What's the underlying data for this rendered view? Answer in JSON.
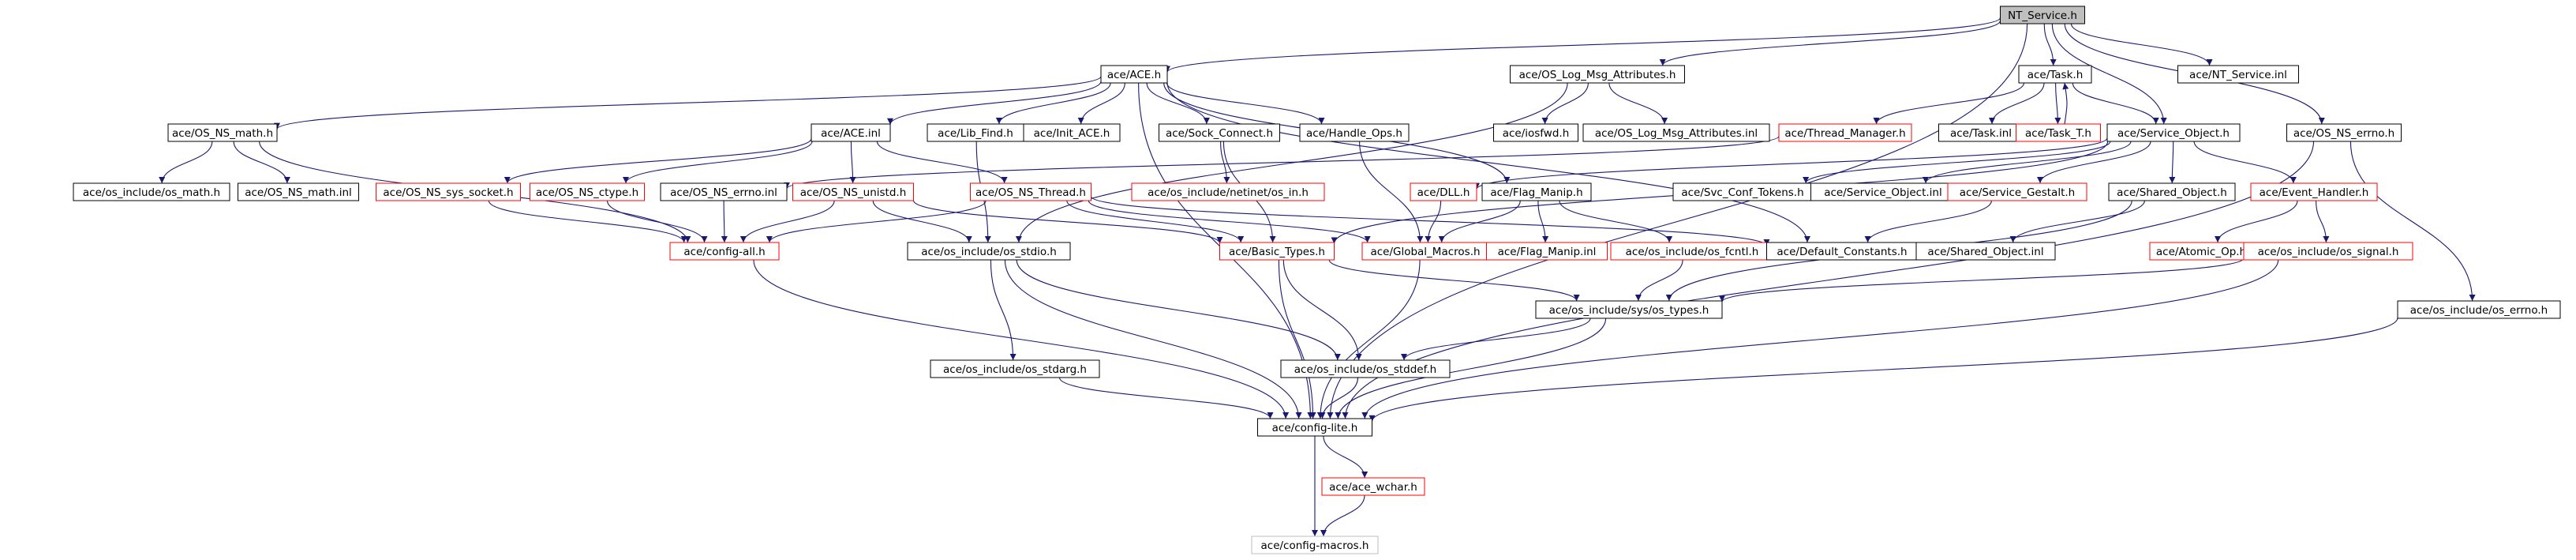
{
  "colors": {
    "edge": "#191970",
    "border_default": "#000000",
    "border_undocumented": "#ff0000",
    "border_external": "#bfbfbf",
    "root_fill": "#bfbfbf",
    "node_fill": "#ffffff"
  },
  "nodes": [
    {
      "id": "nt_service_h",
      "label": "NT_Service.h",
      "kind": "root"
    },
    {
      "id": "ace_ace_h",
      "label": "ace/ACE.h",
      "kind": "doc"
    },
    {
      "id": "ace_os_log_msg_attributes_h",
      "label": "ace/OS_Log_Msg_Attributes.h",
      "kind": "doc"
    },
    {
      "id": "ace_task_h",
      "label": "ace/Task.h",
      "kind": "doc"
    },
    {
      "id": "ace_nt_service_inl",
      "label": "ace/NT_Service.inl",
      "kind": "doc"
    },
    {
      "id": "ace_os_ns_math_h",
      "label": "ace/OS_NS_math.h",
      "kind": "doc"
    },
    {
      "id": "ace_ace_inl",
      "label": "ace/ACE.inl",
      "kind": "doc"
    },
    {
      "id": "ace_lib_find_h",
      "label": "ace/Lib_Find.h",
      "kind": "doc"
    },
    {
      "id": "ace_init_ace_h",
      "label": "ace/Init_ACE.h",
      "kind": "doc"
    },
    {
      "id": "ace_sock_connect_h",
      "label": "ace/Sock_Connect.h",
      "kind": "doc"
    },
    {
      "id": "ace_handle_ops_h",
      "label": "ace/Handle_Ops.h",
      "kind": "doc"
    },
    {
      "id": "ace_iosfwd_h",
      "label": "ace/iosfwd.h",
      "kind": "doc"
    },
    {
      "id": "ace_os_log_msg_attributes_inl",
      "label": "ace/OS_Log_Msg_Attributes.inl",
      "kind": "doc"
    },
    {
      "id": "ace_thread_manager_h",
      "label": "ace/Thread_Manager.h",
      "kind": "undoc"
    },
    {
      "id": "ace_task_inl",
      "label": "ace/Task.inl",
      "kind": "doc"
    },
    {
      "id": "ace_task_t_h",
      "label": "ace/Task_T.h",
      "kind": "undoc"
    },
    {
      "id": "ace_service_object_h",
      "label": "ace/Service_Object.h",
      "kind": "doc"
    },
    {
      "id": "ace_os_ns_errno_h",
      "label": "ace/OS_NS_errno.h",
      "kind": "doc"
    },
    {
      "id": "ace_os_include_os_math_h",
      "label": "ace/os_include/os_math.h",
      "kind": "doc"
    },
    {
      "id": "ace_os_ns_math_inl",
      "label": "ace/OS_NS_math.inl",
      "kind": "doc"
    },
    {
      "id": "ace_os_ns_sys_socket_h",
      "label": "ace/OS_NS_sys_socket.h",
      "kind": "undoc"
    },
    {
      "id": "ace_os_ns_ctype_h",
      "label": "ace/OS_NS_ctype.h",
      "kind": "undoc"
    },
    {
      "id": "ace_os_ns_errno_inl",
      "label": "ace/OS_NS_errno.inl",
      "kind": "doc"
    },
    {
      "id": "ace_os_ns_unistd_h",
      "label": "ace/OS_NS_unistd.h",
      "kind": "undoc"
    },
    {
      "id": "ace_os_ns_thread_h",
      "label": "ace/OS_NS_Thread.h",
      "kind": "undoc"
    },
    {
      "id": "ace_os_include_netinet_os_in_h",
      "label": "ace/os_include/netinet/os_in.h",
      "kind": "undoc"
    },
    {
      "id": "ace_dll_h",
      "label": "ace/DLL.h",
      "kind": "undoc"
    },
    {
      "id": "ace_flag_manip_h",
      "label": "ace/Flag_Manip.h",
      "kind": "doc"
    },
    {
      "id": "ace_svc_conf_tokens_h",
      "label": "ace/Svc_Conf_Tokens.h",
      "kind": "doc"
    },
    {
      "id": "ace_service_object_inl",
      "label": "ace/Service_Object.inl",
      "kind": "doc"
    },
    {
      "id": "ace_service_gestalt_h",
      "label": "ace/Service_Gestalt.h",
      "kind": "undoc"
    },
    {
      "id": "ace_shared_object_h",
      "label": "ace/Shared_Object.h",
      "kind": "doc"
    },
    {
      "id": "ace_event_handler_h",
      "label": "ace/Event_Handler.h",
      "kind": "undoc"
    },
    {
      "id": "ace_config_all_h",
      "label": "ace/config-all.h",
      "kind": "undoc"
    },
    {
      "id": "ace_os_include_os_stdio_h",
      "label": "ace/os_include/os_stdio.h",
      "kind": "doc"
    },
    {
      "id": "ace_basic_types_h",
      "label": "ace/Basic_Types.h",
      "kind": "undoc"
    },
    {
      "id": "ace_global_macros_h",
      "label": "ace/Global_Macros.h",
      "kind": "undoc"
    },
    {
      "id": "ace_flag_manip_inl",
      "label": "ace/Flag_Manip.inl",
      "kind": "undoc"
    },
    {
      "id": "ace_os_include_os_fcntl_h",
      "label": "ace/os_include/os_fcntl.h",
      "kind": "undoc"
    },
    {
      "id": "ace_default_constants_h",
      "label": "ace/Default_Constants.h",
      "kind": "doc"
    },
    {
      "id": "ace_shared_object_inl",
      "label": "ace/Shared_Object.inl",
      "kind": "doc"
    },
    {
      "id": "ace_atomic_op_h",
      "label": "ace/Atomic_Op.h",
      "kind": "undoc"
    },
    {
      "id": "ace_os_include_os_signal_h",
      "label": "ace/os_include/os_signal.h",
      "kind": "undoc"
    },
    {
      "id": "ace_os_include_sys_os_types_h",
      "label": "ace/os_include/sys/os_types.h",
      "kind": "doc"
    },
    {
      "id": "ace_os_include_os_errno_h",
      "label": "ace/os_include/os_errno.h",
      "kind": "doc"
    },
    {
      "id": "ace_os_include_os_stdarg_h",
      "label": "ace/os_include/os_stdarg.h",
      "kind": "doc"
    },
    {
      "id": "ace_os_include_os_stddef_h",
      "label": "ace/os_include/os_stddef.h",
      "kind": "doc"
    },
    {
      "id": "ace_config_lite_h",
      "label": "ace/config-lite.h",
      "kind": "doc"
    },
    {
      "id": "ace_ace_wchar_h",
      "label": "ace/ace_wchar.h",
      "kind": "undoc"
    },
    {
      "id": "ace_config_macros_h",
      "label": "ace/config-macros.h",
      "kind": "external"
    }
  ],
  "edges": [
    [
      "nt_service_h",
      "ace_ace_h"
    ],
    [
      "nt_service_h",
      "ace_os_log_msg_attributes_h"
    ],
    [
      "nt_service_h",
      "ace_task_h"
    ],
    [
      "nt_service_h",
      "ace_nt_service_inl"
    ],
    [
      "nt_service_h",
      "ace_service_object_h"
    ],
    [
      "nt_service_h",
      "ace_os_ns_errno_h"
    ],
    [
      "nt_service_h",
      "ace_config_lite_h"
    ],
    [
      "ace_ace_h",
      "ace_os_ns_math_h"
    ],
    [
      "ace_ace_h",
      "ace_ace_inl"
    ],
    [
      "ace_ace_h",
      "ace_lib_find_h"
    ],
    [
      "ace_ace_h",
      "ace_init_ace_h"
    ],
    [
      "ace_ace_h",
      "ace_sock_connect_h"
    ],
    [
      "ace_ace_h",
      "ace_handle_ops_h"
    ],
    [
      "ace_ace_h",
      "ace_flag_manip_h"
    ],
    [
      "ace_ace_h",
      "ace_default_constants_h"
    ],
    [
      "ace_ace_h",
      "ace_config_lite_h"
    ],
    [
      "ace_os_log_msg_attributes_h",
      "ace_iosfwd_h"
    ],
    [
      "ace_os_log_msg_attributes_h",
      "ace_os_log_msg_attributes_inl"
    ],
    [
      "ace_os_log_msg_attributes_h",
      "ace_os_include_os_stdio_h"
    ],
    [
      "ace_task_h",
      "ace_thread_manager_h"
    ],
    [
      "ace_task_h",
      "ace_task_inl"
    ],
    [
      "ace_task_h",
      "ace_task_t_h"
    ],
    [
      "ace_task_h",
      "ace_service_object_h"
    ],
    [
      "ace_task_t_h",
      "ace_task_h"
    ],
    [
      "ace_thread_manager_h",
      "ace_os_ns_errno_inl"
    ],
    [
      "ace_os_ns_math_h",
      "ace_os_include_os_math_h"
    ],
    [
      "ace_os_ns_math_h",
      "ace_os_ns_math_inl"
    ],
    [
      "ace_os_ns_math_h",
      "ace_config_all_h"
    ],
    [
      "ace_ace_inl",
      "ace_os_ns_sys_socket_h"
    ],
    [
      "ace_ace_inl",
      "ace_os_ns_ctype_h"
    ],
    [
      "ace_ace_inl",
      "ace_os_ns_unistd_h"
    ],
    [
      "ace_ace_inl",
      "ace_os_ns_thread_h"
    ],
    [
      "ace_lib_find_h",
      "ace_os_include_os_stdio_h"
    ],
    [
      "ace_sock_connect_h",
      "ace_os_include_netinet_os_in_h"
    ],
    [
      "ace_sock_connect_h",
      "ace_basic_types_h"
    ],
    [
      "ace_handle_ops_h",
      "ace_global_macros_h"
    ],
    [
      "ace_service_object_h",
      "ace_dll_h"
    ],
    [
      "ace_service_object_h",
      "ace_svc_conf_tokens_h"
    ],
    [
      "ace_service_object_h",
      "ace_service_object_inl"
    ],
    [
      "ace_service_object_h",
      "ace_service_gestalt_h"
    ],
    [
      "ace_service_object_h",
      "ace_shared_object_h"
    ],
    [
      "ace_service_object_h",
      "ace_event_handler_h"
    ],
    [
      "ace_service_object_h",
      "ace_basic_types_h"
    ],
    [
      "ace_os_ns_errno_h",
      "ace_os_include_os_errno_h"
    ],
    [
      "ace_os_ns_errno_h",
      "ace_config_lite_h"
    ],
    [
      "ace_os_ns_sys_socket_h",
      "ace_config_all_h"
    ],
    [
      "ace_os_ns_ctype_h",
      "ace_config_all_h"
    ],
    [
      "ace_os_ns_errno_inl",
      "ace_config_all_h"
    ],
    [
      "ace_os_ns_unistd_h",
      "ace_config_all_h"
    ],
    [
      "ace_os_ns_unistd_h",
      "ace_os_include_os_stdio_h"
    ],
    [
      "ace_os_ns_unistd_h",
      "ace_basic_types_h"
    ],
    [
      "ace_os_ns_thread_h",
      "ace_config_all_h"
    ],
    [
      "ace_os_ns_thread_h",
      "ace_basic_types_h"
    ],
    [
      "ace_os_ns_thread_h",
      "ace_global_macros_h"
    ],
    [
      "ace_os_ns_thread_h",
      "ace_default_constants_h"
    ],
    [
      "ace_dll_h",
      "ace_global_macros_h"
    ],
    [
      "ace_flag_manip_h",
      "ace_global_macros_h"
    ],
    [
      "ace_flag_manip_h",
      "ace_flag_manip_inl"
    ],
    [
      "ace_flag_manip_h",
      "ace_os_include_os_fcntl_h"
    ],
    [
      "ace_service_gestalt_h",
      "ace_default_constants_h"
    ],
    [
      "ace_shared_object_h",
      "ace_shared_object_inl"
    ],
    [
      "ace_shared_object_h",
      "ace_os_include_sys_os_types_h"
    ],
    [
      "ace_event_handler_h",
      "ace_atomic_op_h"
    ],
    [
      "ace_event_handler_h",
      "ace_os_include_os_signal_h"
    ],
    [
      "ace_config_all_h",
      "ace_config_lite_h"
    ],
    [
      "ace_os_include_os_stdio_h",
      "ace_os_include_os_stdarg_h"
    ],
    [
      "ace_os_include_os_stdio_h",
      "ace_os_include_os_stddef_h"
    ],
    [
      "ace_os_include_os_stdio_h",
      "ace_config_lite_h"
    ],
    [
      "ace_basic_types_h",
      "ace_os_include_os_stddef_h"
    ],
    [
      "ace_basic_types_h",
      "ace_os_include_sys_os_types_h"
    ],
    [
      "ace_basic_types_h",
      "ace_config_lite_h"
    ],
    [
      "ace_global_macros_h",
      "ace_config_lite_h"
    ],
    [
      "ace_os_include_os_fcntl_h",
      "ace_os_include_sys_os_types_h"
    ],
    [
      "ace_os_include_os_signal_h",
      "ace_os_include_sys_os_types_h"
    ],
    [
      "ace_os_include_os_signal_h",
      "ace_config_lite_h"
    ],
    [
      "ace_os_include_sys_os_types_h",
      "ace_os_include_os_stddef_h"
    ],
    [
      "ace_os_include_sys_os_types_h",
      "ace_config_lite_h"
    ],
    [
      "ace_os_include_os_errno_h",
      "ace_config_lite_h"
    ],
    [
      "ace_os_include_os_stdarg_h",
      "ace_config_lite_h"
    ],
    [
      "ace_os_include_os_stddef_h",
      "ace_config_lite_h"
    ],
    [
      "ace_config_lite_h",
      "ace_ace_wchar_h"
    ],
    [
      "ace_config_lite_h",
      "ace_config_macros_h"
    ],
    [
      "ace_ace_wchar_h",
      "ace_config_macros_h"
    ]
  ]
}
